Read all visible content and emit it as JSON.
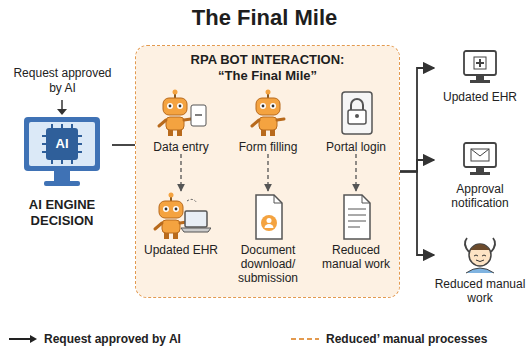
{
  "diagram": {
    "title": "The Final Mile",
    "nodes": [
      {
        "text": [
          "AI",
          "AI ENGINE DECISION"
        ]
      },
      {
        "text": [
          "RPA BOT INTERACTION: “The Final Mile”"
        ]
      },
      {
        "text": [
          "Data entry"
        ],
        "in": 1
      },
      {
        "text": [
          "Form filling"
        ],
        "in": 1
      },
      {
        "text": [
          "Portal login"
        ],
        "in": 1
      },
      {
        "text": [
          "Updated EHR"
        ],
        "in": 1
      },
      {
        "text": [
          "Document download/ submission"
        ],
        "in": 1
      },
      {
        "text": [
          "Reduced manual work"
        ],
        "in": 1
      },
      {
        "text": [
          "Updated EHR"
        ]
      },
      {
        "text": [
          "Approval notification"
        ]
      },
      {
        "text": [
          "Reduced manual work"
        ]
      }
    ],
    "edges": [
      {
        "from": 0,
        "to": 1,
        "arrow": "none"
      },
      {
        "from": 2,
        "to": 5,
        "arrow": "to"
      },
      {
        "from": 3,
        "to": 6,
        "arrow": "to"
      },
      {
        "from": 4,
        "to": 7,
        "arrow": "to"
      },
      {
        "from": 1,
        "to": 8,
        "arrow": "to"
      },
      {
        "from": 1,
        "to": 9,
        "arrow": "to"
      },
      {
        "from": 1,
        "to": 10,
        "arrow": "to"
      }
    ],
    "labels": [
      "Request approved by AI"
    ],
    "legend": [
      {
        "text": "Request approved by AI"
      },
      {
        "text": "Reduced’ manual processes"
      }
    ]
  }
}
